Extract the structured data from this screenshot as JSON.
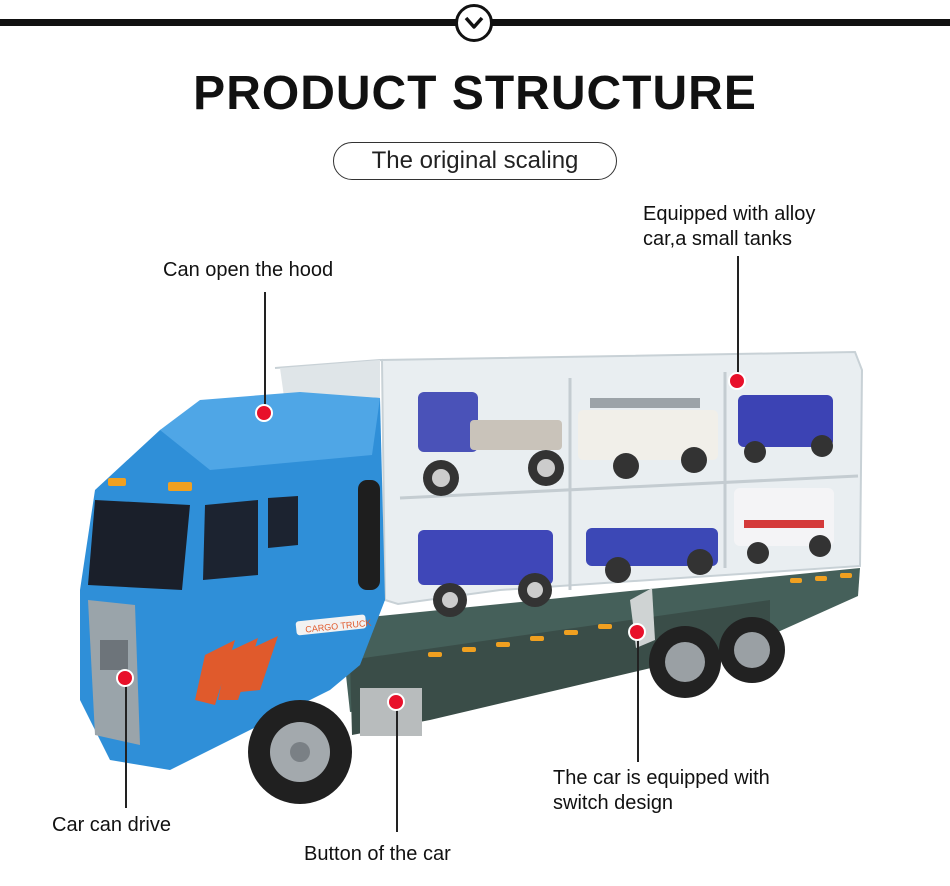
{
  "header": {
    "title": "PRODUCT STRUCTURE",
    "subtitle": "The original scaling"
  },
  "callouts": {
    "hood": "Can open the hood",
    "alloy_line1": "Equipped with alloy",
    "alloy_line2": "car,a small tanks",
    "drive": "Car can drive",
    "button": "Button of the car",
    "switch_line1": "The car is equipped with",
    "switch_line2": "switch design"
  },
  "truck_panel": {
    "cab_label": "CARGO TRUCK"
  },
  "colors": {
    "marker": "#e8102a",
    "cab_blue": "#2f8fd8",
    "trailer_green": "#3f5550"
  },
  "icons": [
    "chevron-down-icon"
  ]
}
